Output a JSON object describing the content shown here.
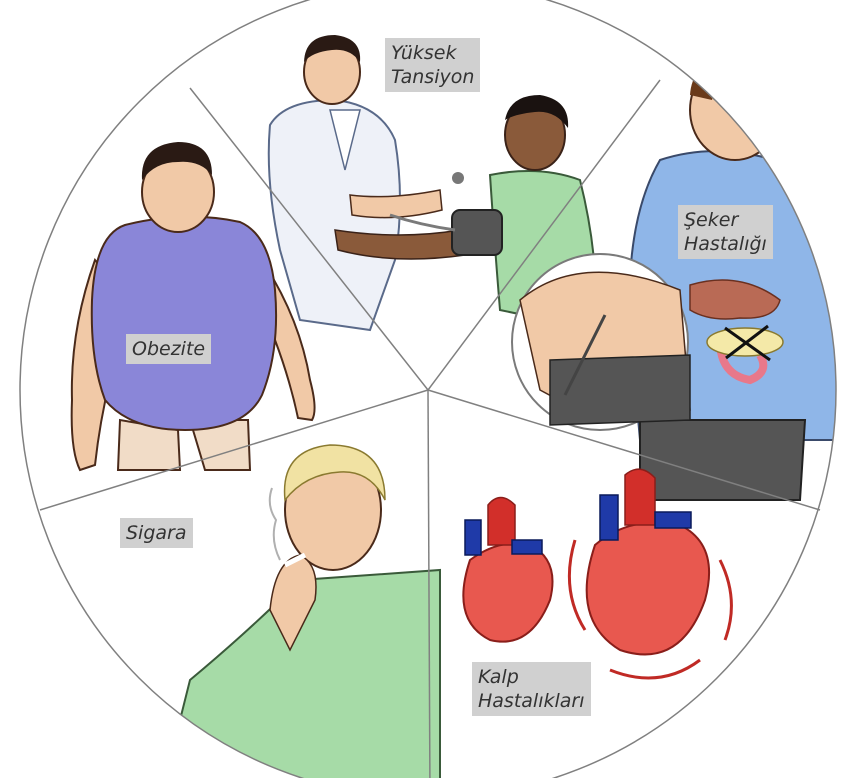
{
  "segments": {
    "hypertension": {
      "line1": "Yüksek",
      "line2": "Tansiyon"
    },
    "diabetes": {
      "line1": "Şeker",
      "line2": "Hastalığı"
    },
    "obesity": {
      "label": "Obezite"
    },
    "smoking": {
      "label": "Sigara"
    },
    "heart": {
      "line1": "Kalp",
      "line2": "Hastalıkları"
    }
  },
  "colors": {
    "label_bg": "#d0d0d0",
    "shirt_purple": "#8a86d8",
    "shirt_green": "#a6dba7",
    "shirt_blue": "#8fb6e8",
    "skin": "#f1c9a7",
    "skin_dark": "#8a5a3a",
    "heart_red": "#e8584f",
    "vessel_blue": "#1f3aa8",
    "coat": "#eef1f8"
  },
  "icons": [
    "obesity-figure-icon",
    "doctor-figure-icon",
    "patient-figure-icon",
    "blood-pressure-cuff-icon",
    "diabetic-figure-icon",
    "insulin-injection-icon",
    "pancreas-icon",
    "smoker-figure-icon",
    "heart-icon",
    "enlarged-heart-icon"
  ]
}
